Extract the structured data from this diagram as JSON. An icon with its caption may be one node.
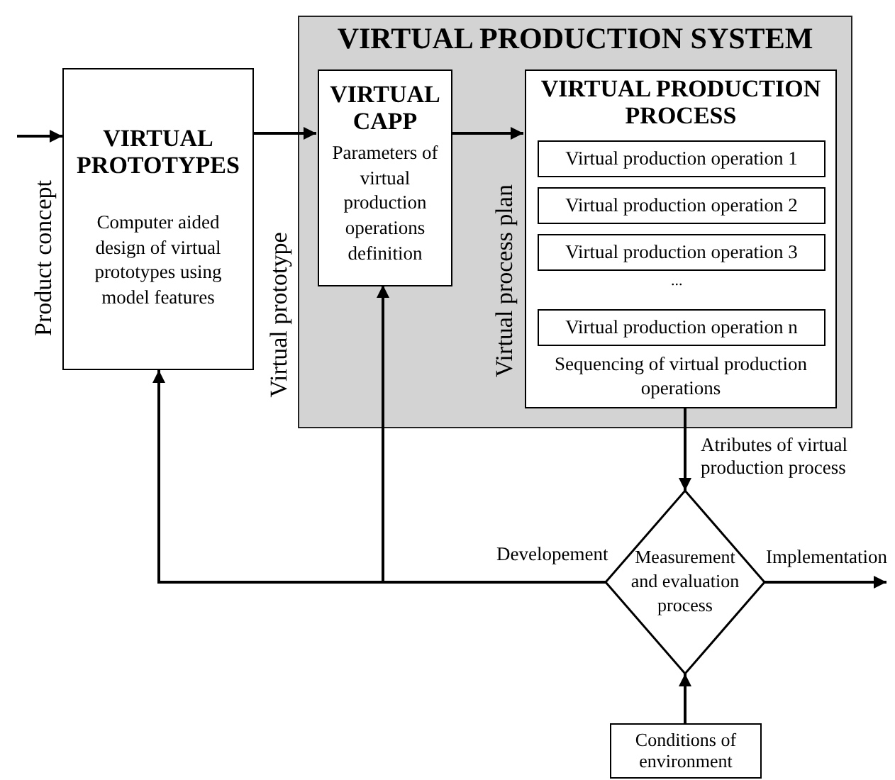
{
  "diagram": {
    "nodes": [
      {
        "text": [
          "VIRTUAL PROTOTYPES",
          "Computer aided design of virtual prototypes using model features"
        ]
      },
      {
        "text": [
          "VIRTUAL PRODUCTION SYSTEM"
        ]
      },
      {
        "text": [
          "VIRTUAL CAPP",
          "Parameters of virtual production operations definition"
        ],
        "in": 1
      },
      {
        "text": [
          "VIRTUAL PRODUCTION PROCESS",
          "Sequencing of virtual production operations"
        ],
        "in": 1
      },
      {
        "text": [
          "Virtual production operation 1"
        ],
        "in": 3
      },
      {
        "text": [
          "Virtual production operation 2"
        ],
        "in": 3
      },
      {
        "text": [
          "Virtual production operation 3"
        ],
        "in": 3
      },
      {
        "text": [
          "Virtual production operation n"
        ],
        "in": 3
      },
      {
        "text": [
          "Measurement and evaluation process"
        ]
      },
      {
        "text": [
          "Conditions of environment"
        ]
      }
    ],
    "edges": [
      {
        "from": null,
        "to": 0,
        "arrow": "to",
        "label": "Product concept"
      },
      {
        "from": 0,
        "to": 2,
        "arrow": "to",
        "label": "Virtual prototype"
      },
      {
        "from": 2,
        "to": 3,
        "arrow": "to",
        "label": "Virtual process plan"
      },
      {
        "from": 3,
        "to": 8,
        "arrow": "to",
        "label": "Atributes of virtual production process"
      },
      {
        "from": 8,
        "to": 0,
        "arrow": "to",
        "label": "Developement"
      },
      {
        "from": 8,
        "to": 2,
        "arrow": "to"
      },
      {
        "from": 8,
        "to": null,
        "arrow": "to",
        "label": "Implementation"
      },
      {
        "from": 9,
        "to": 8,
        "arrow": "to"
      }
    ],
    "labels": [
      "..."
    ]
  }
}
